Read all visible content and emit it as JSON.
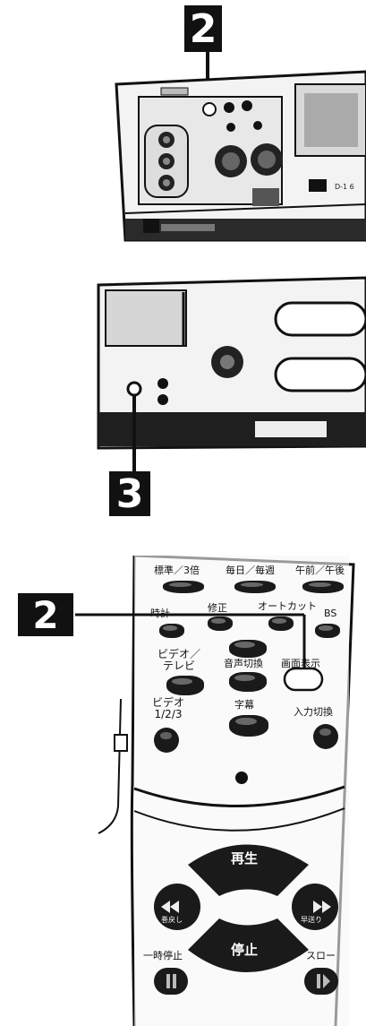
{
  "steps": {
    "top_step": "2",
    "middle_step": "3",
    "remote_step": "2"
  },
  "vcr_top": {
    "label_small": "D-1 6"
  },
  "remote": {
    "row1": [
      "標準／3倍",
      "毎日／毎週",
      "午前／午後"
    ],
    "row2": [
      "時計",
      "修正",
      "オートカット",
      "BS"
    ],
    "row3": [
      "ビデオ／\nテレビ",
      "音声切換",
      "画面表示"
    ],
    "row4": [
      "ビデオ\n1/2/3",
      "字幕",
      "入力切換"
    ],
    "transport": {
      "play": "再生",
      "stop": "停止",
      "rewind": "巻戻し",
      "ff": "早送り",
      "pause": "一時停止",
      "slow": "スロー"
    }
  }
}
